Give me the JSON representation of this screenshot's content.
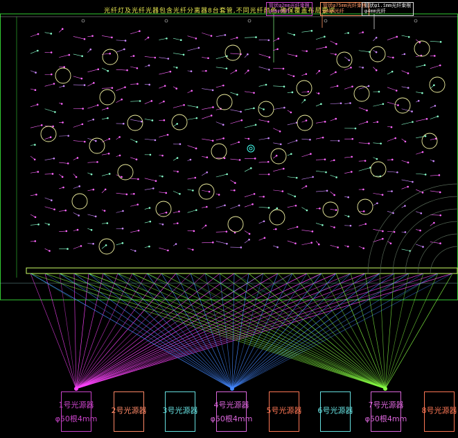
{
  "drawing": {
    "note": "光纤灯及光纤光器包含光纤分离器8台套管,不同光纤颜色,确保覆盖布局要求",
    "spec_boxes": [
      {
        "id": "spec-1",
        "line1": "管状φ2mm光纤束根",
        "line2": "φ4mm光纤"
      },
      {
        "id": "spec-2",
        "line1": "管状φ75mm光纤束根",
        "line2": "φ4mm光纤"
      },
      {
        "id": "spec-3",
        "line1": "管状φ1.1mm光纤束根",
        "line2": "φ4mm光纤"
      }
    ],
    "splitters": [
      {
        "id": "splitter-1",
        "name": "1号光源器",
        "spec": "φ50根4mm",
        "color": "#cc44cc"
      },
      {
        "id": "splitter-2",
        "name": "2号光源器",
        "spec": "",
        "color": "#ff8866"
      },
      {
        "id": "splitter-3",
        "name": "3号光源器",
        "spec": "",
        "color": "#66e0e0"
      },
      {
        "id": "splitter-4",
        "name": "4号光源器",
        "spec": "φ50根4mm",
        "color": "#dd66dd"
      },
      {
        "id": "splitter-5",
        "name": "5号光源器",
        "spec": "",
        "color": "#ff7755"
      },
      {
        "id": "splitter-6",
        "name": "6号光源器",
        "spec": "",
        "color": "#66e0e0"
      },
      {
        "id": "splitter-7",
        "name": "7号光源器",
        "spec": "φ50根4mm",
        "color": "#dd66dd"
      },
      {
        "id": "splitter-8",
        "name": "8号光源器",
        "spec": "",
        "color": "#ff7755"
      }
    ],
    "colors": {
      "background": "#000000",
      "magenta": "#ff44ff",
      "blue": "#4488ff",
      "green": "#88ff44",
      "cyan": "#44ffee",
      "yellow": "#e8e850",
      "frame": "#33cc33"
    }
  }
}
